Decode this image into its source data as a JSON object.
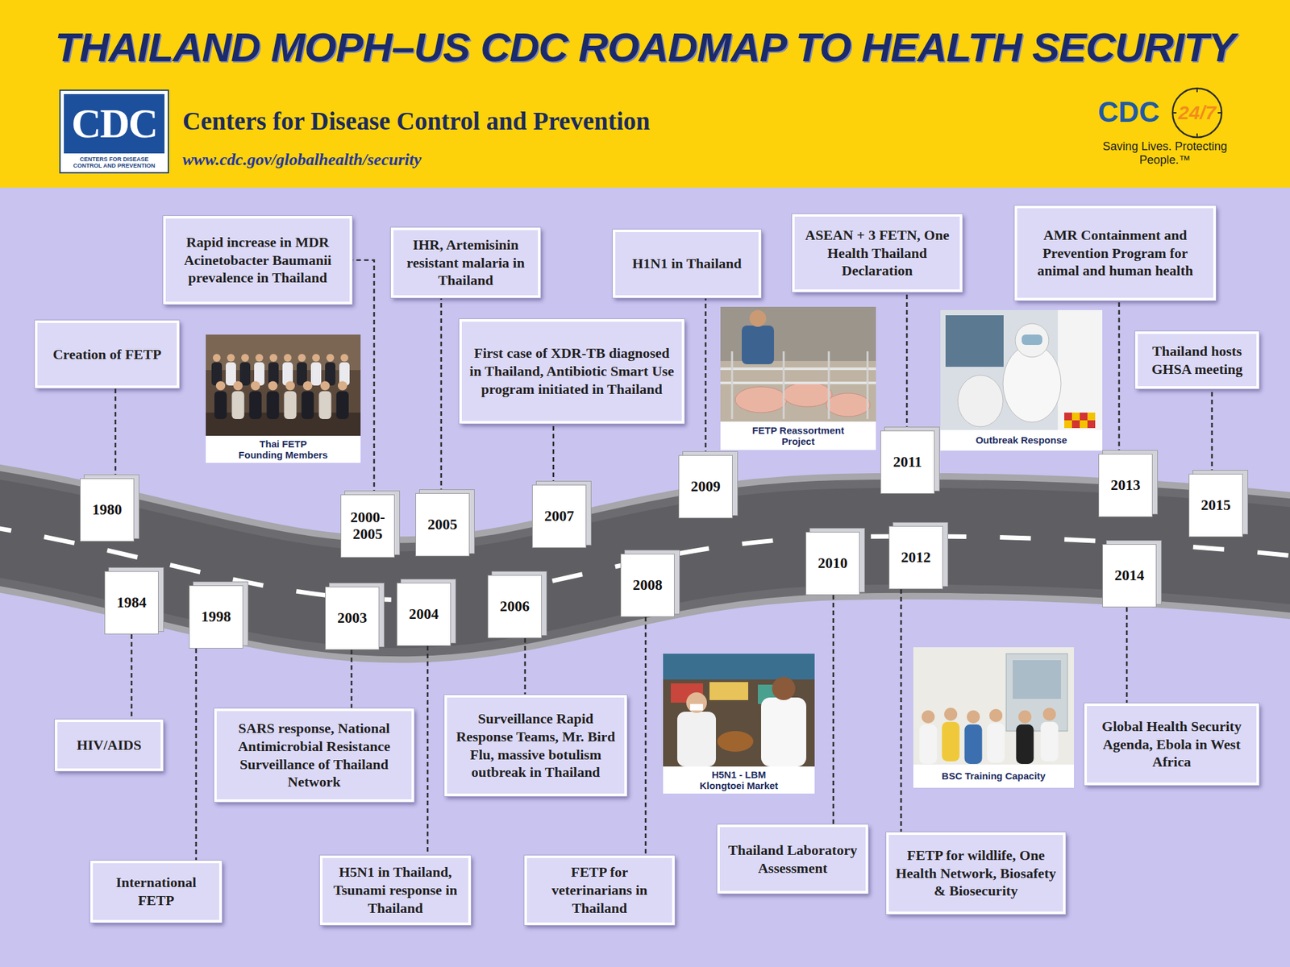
{
  "diagram": {
    "title": "THAILAND MOPH–US CDC ROADMAP TO HEALTH SECURITY",
    "nodes": [
      {
        "text": [
          "1980"
        ]
      },
      {
        "text": [
          "Creation of FETP"
        ]
      },
      {
        "text": [
          "1984"
        ]
      },
      {
        "text": [
          "HIV/AIDS"
        ]
      },
      {
        "text": [
          "1998"
        ]
      },
      {
        "text": [
          "International FETP"
        ]
      },
      {
        "text": [
          "2000- 2005"
        ]
      },
      {
        "text": [
          "Rapid increase in MDR Acinetobacter Baumanii prevalence in Thailand"
        ]
      },
      {
        "text": [
          "2003"
        ]
      },
      {
        "text": [
          "SARS response, National Antimicrobial Resistance Surveillance of Thailand Network"
        ]
      },
      {
        "text": [
          "2004"
        ]
      },
      {
        "text": [
          "H5N1 in Thailand, Tsunami response in Thailand"
        ]
      },
      {
        "text": [
          "2005"
        ]
      },
      {
        "text": [
          "IHR, Artemisinin resistant malaria in Thailand"
        ]
      },
      {
        "text": [
          "2006"
        ]
      },
      {
        "text": [
          "Surveillance Rapid Response Teams, Mr. Bird Flu, massive botulism outbreak in Thailand"
        ]
      },
      {
        "text": [
          "2007"
        ]
      },
      {
        "text": [
          "First case of XDR-TB diagnosed in Thailand, Antibiotic Smart Use program initiated in Thailand"
        ]
      },
      {
        "text": [
          "2008"
        ]
      },
      {
        "text": [
          "FETP for veterinarians in Thailand"
        ]
      },
      {
        "text": [
          "2009"
        ]
      },
      {
        "text": [
          "H1N1 in Thailand"
        ]
      },
      {
        "text": [
          "2010"
        ]
      },
      {
        "text": [
          "Thailand Laboratory Assessment"
        ]
      },
      {
        "text": [
          "2011"
        ]
      },
      {
        "text": [
          "ASEAN + 3 FETN, One Health Thailand Declaration"
        ]
      },
      {
        "text": [
          "2012"
        ]
      },
      {
        "text": [
          "FETP for wildlife, One Health Network, Biosafety & Biosecurity"
        ]
      },
      {
        "text": [
          "2013"
        ]
      },
      {
        "text": [
          "AMR Containment and Prevention Program for animal and human health"
        ]
      },
      {
        "text": [
          "2014"
        ]
      },
      {
        "text": [
          "Global Health Security Agenda, Ebola in West Africa"
        ]
      },
      {
        "text": [
          "2015"
        ]
      },
      {
        "text": [
          "Thailand hosts GHSA meeting"
        ]
      }
    ],
    "edges": [
      {
        "from": 0,
        "to": 1,
        "arrow": "none"
      },
      {
        "from": 2,
        "to": 3,
        "arrow": "none"
      },
      {
        "from": 4,
        "to": 5,
        "arrow": "none"
      },
      {
        "from": 6,
        "to": 7,
        "arrow": "none"
      },
      {
        "from": 8,
        "to": 9,
        "arrow": "none"
      },
      {
        "from": 10,
        "to": 11,
        "arrow": "none"
      },
      {
        "from": 12,
        "to": 13,
        "arrow": "none"
      },
      {
        "from": 14,
        "to": 15,
        "arrow": "none"
      },
      {
        "from": 16,
        "to": 17,
        "arrow": "none"
      },
      {
        "from": 18,
        "to": 19,
        "arrow": "none"
      },
      {
        "from": 20,
        "to": 21,
        "arrow": "none"
      },
      {
        "from": 22,
        "to": 23,
        "arrow": "none"
      },
      {
        "from": 24,
        "to": 25,
        "arrow": "none"
      },
      {
        "from": 26,
        "to": 27,
        "arrow": "none"
      },
      {
        "from": 28,
        "to": 29,
        "arrow": "none"
      },
      {
        "from": 30,
        "to": 31,
        "arrow": "none"
      },
      {
        "from": 32,
        "to": 33,
        "arrow": "none"
      }
    ],
    "labels": [
      "CDC",
      "CENTERS FOR DISEASE CONTROL AND PREVENTION",
      "Centers for Disease Control and Prevention",
      "www.cdc.gov/globalhealth/security",
      "CDC",
      "24/7",
      "Saving Lives. Protecting People.™",
      "Thai FETP Founding Members",
      "FETP Reassortment Project",
      "Outbreak Response",
      "H5N1 - LBM Klongtoei Market",
      "BSC Training Capacity"
    ]
  }
}
